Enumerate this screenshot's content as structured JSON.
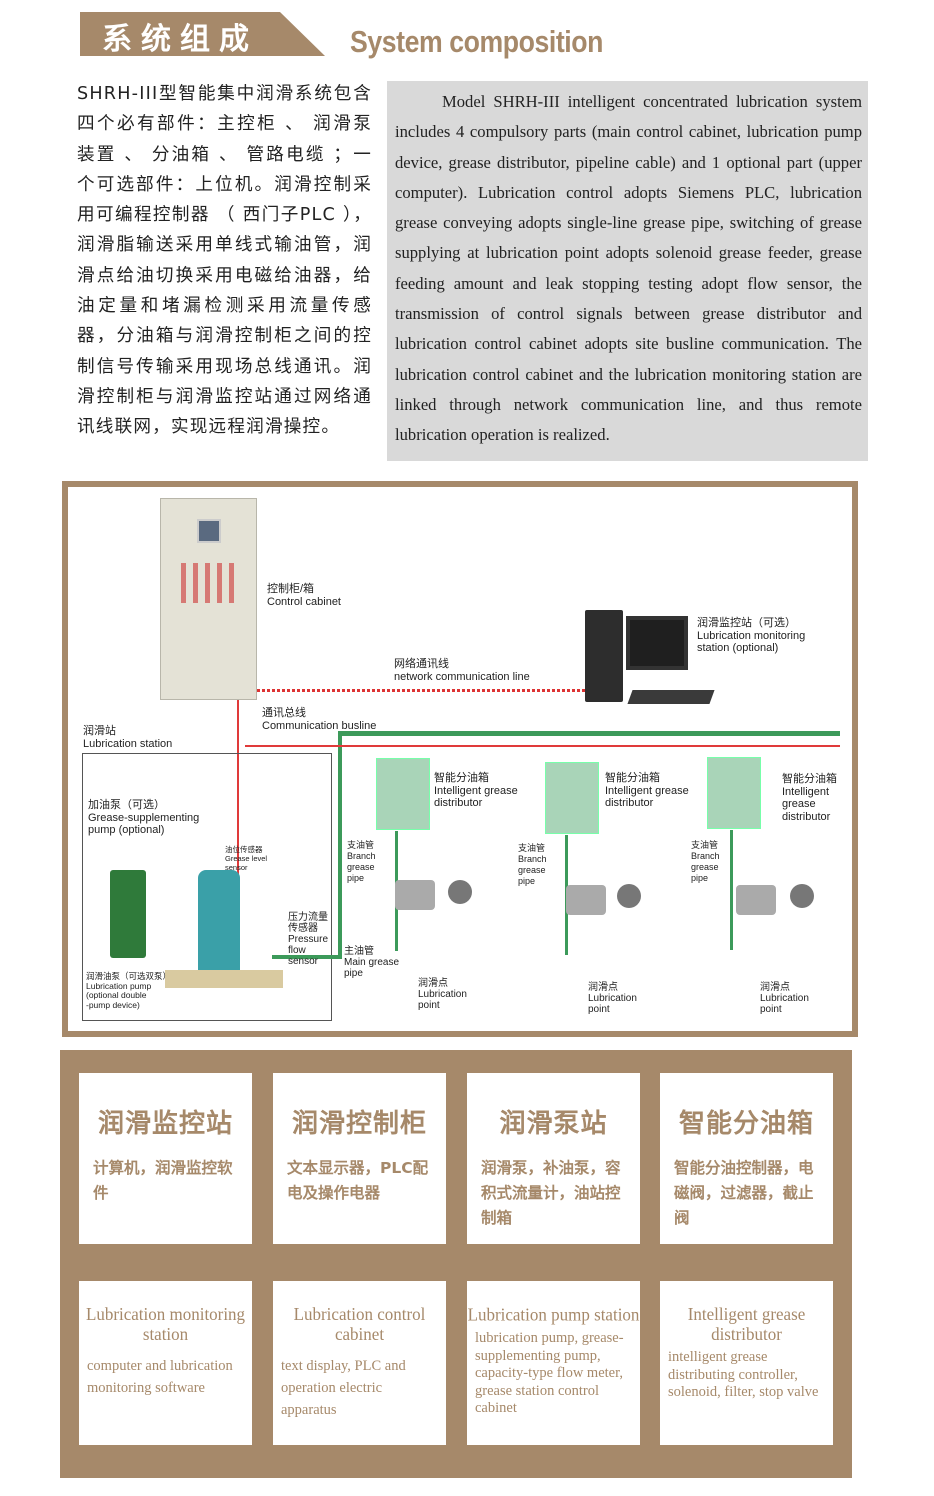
{
  "header": {
    "title_cn": "系统组成",
    "title_en": "System composition"
  },
  "intro": {
    "cn": "SHRH-III型智能集中润滑系统包含四个必有部件：主控柜 、 润滑泵装置 、 分油箱 、 管路电缆 ；一个可选部件：上位机。润滑控制采用可编程控制器 （ 西门子PLC ），润滑脂输送采用单线式输油管，润滑点给油切换采用电磁给油器，给油定量和堵漏检测采用流量传感器，分油箱与润滑控制柜之间的控制信号传输采用现场总线通讯。润滑控制柜与润滑监控站通过网络通讯线联网，实现远程润滑操控。",
    "en": "Model SHRH-III intelligent concentrated lubrication system includes 4 compulsory parts (main control cabinet, lubrication pump device, grease distributor, pipeline cable) and 1 optional part (upper computer). Lubrication control adopts Siemens PLC, lubrication grease conveying adopts single-line grease pipe, switching of grease supplying at lubrication point adopts solenoid grease feeder, grease feeding amount and leak stopping testing adopt flow sensor, the transmission of control signals between grease distributor and lubrication control cabinet adopts site busline communication. The lubrication control cabinet and the lubrication monitoring station are linked through network communication line, and thus remote lubrication operation is realized."
  },
  "diagram": {
    "control_cabinet": "控制柜/箱\nControl cabinet",
    "monitoring_station": "润滑监控站（可选）\nLubrication monitoring\nstation (optional)",
    "network_line": "网络通讯线\nnetwork communication line",
    "busline": "通讯总线\nCommunication busline",
    "lub_station": "润滑站\nLubrication station",
    "supp_pump": "加油泵（可选）\nGrease-supplementing\npump (optional)",
    "level_sensor": "油位传感器\nGrease level\nsensor",
    "flow_sensor": "压力流量\n传感器\nPressure\nflow\nsensor",
    "main_pipe": "主油管\nMain grease\npipe",
    "lub_pump": "润滑油泵（可选双泵）\nLubrication pump\n(optional double\n-pump device)",
    "distributors": [
      {
        "label": "智能分油箱\nIntelligent grease\ndistributor",
        "branch": "支油管\nBranch\ngrease\npipe",
        "point": "润滑点\nLubrication\npoint"
      },
      {
        "label": "智能分油箱\nIntelligent grease\ndistributor",
        "branch": "支油管\nBranch\ngrease\npipe",
        "point": "润滑点\nLubrication\npoint"
      },
      {
        "label": "智能分油箱\nIntelligent\ngrease\ndistributor",
        "branch": "支油管\nBranch\ngrease\npipe",
        "point": "润滑点\nLubrication\npoint"
      }
    ]
  },
  "cards": [
    {
      "cn_title": "润滑监控站",
      "cn_desc": "计算机，润滑监控软件",
      "en_title": "Lubrication monitoring station",
      "en_desc": "computer and lubrication monitoring software"
    },
    {
      "cn_title": "润滑控制柜",
      "cn_desc": "文本显示器，PLC配电及操作电器",
      "en_title": "Lubrication control cabinet",
      "en_desc": "text display, PLC and operation electric apparatus"
    },
    {
      "cn_title": "润滑泵站",
      "cn_desc": "润滑泵，补油泵，容积式流量计，油站控制箱",
      "en_title": "Lubrication pump station",
      "en_desc": "lubrication pump, grease-supplementing pump, capacity-type flow meter, grease station control cabinet"
    },
    {
      "cn_title": "智能分油箱",
      "cn_desc": "智能分油控制器，电磁阀，过滤器，截止阀",
      "en_title": "Intelligent grease distributor",
      "en_desc": "intelligent grease distributing controller, solenoid, filter, stop valve"
    }
  ],
  "colors": {
    "brand": "#a6896a",
    "box": "#d9d9d9",
    "bus_green": "#3c9a5a",
    "signal_red": "#e03a3a"
  }
}
